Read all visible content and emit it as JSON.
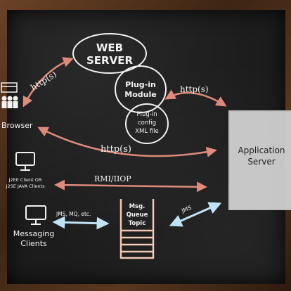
{
  "nodes": {
    "web_server": [
      "WEB",
      "SERVER"
    ],
    "plugin_module": [
      "Plug-in",
      "Module"
    ],
    "plugin_config": [
      "Plug-in",
      "config",
      "XML file"
    ],
    "browser": "Browser",
    "j2ee_clients": [
      "J2EE Client OR",
      "J2SE JAVA Clients"
    ],
    "messaging_clients": [
      "Messaging",
      "Clients"
    ],
    "msg_queue": [
      "Msg.",
      "Queue",
      "Topic"
    ],
    "app_server": [
      "Application",
      "Server"
    ]
  },
  "edges": {
    "browser_web": "http(s)",
    "plugin_app": "http(s)",
    "browser_app": "http(s)",
    "rmi": "RMI/IIOP",
    "jms_clients": "JMS, MQ, etc.",
    "jms_app": "JMS"
  },
  "colors": {
    "chalk": "#f2f2f2",
    "red_arrow": "#e08a7a",
    "blue_arrow": "#bfe3f5",
    "ladder": "#f1c9b5",
    "app_box": "#d9d9d9"
  }
}
